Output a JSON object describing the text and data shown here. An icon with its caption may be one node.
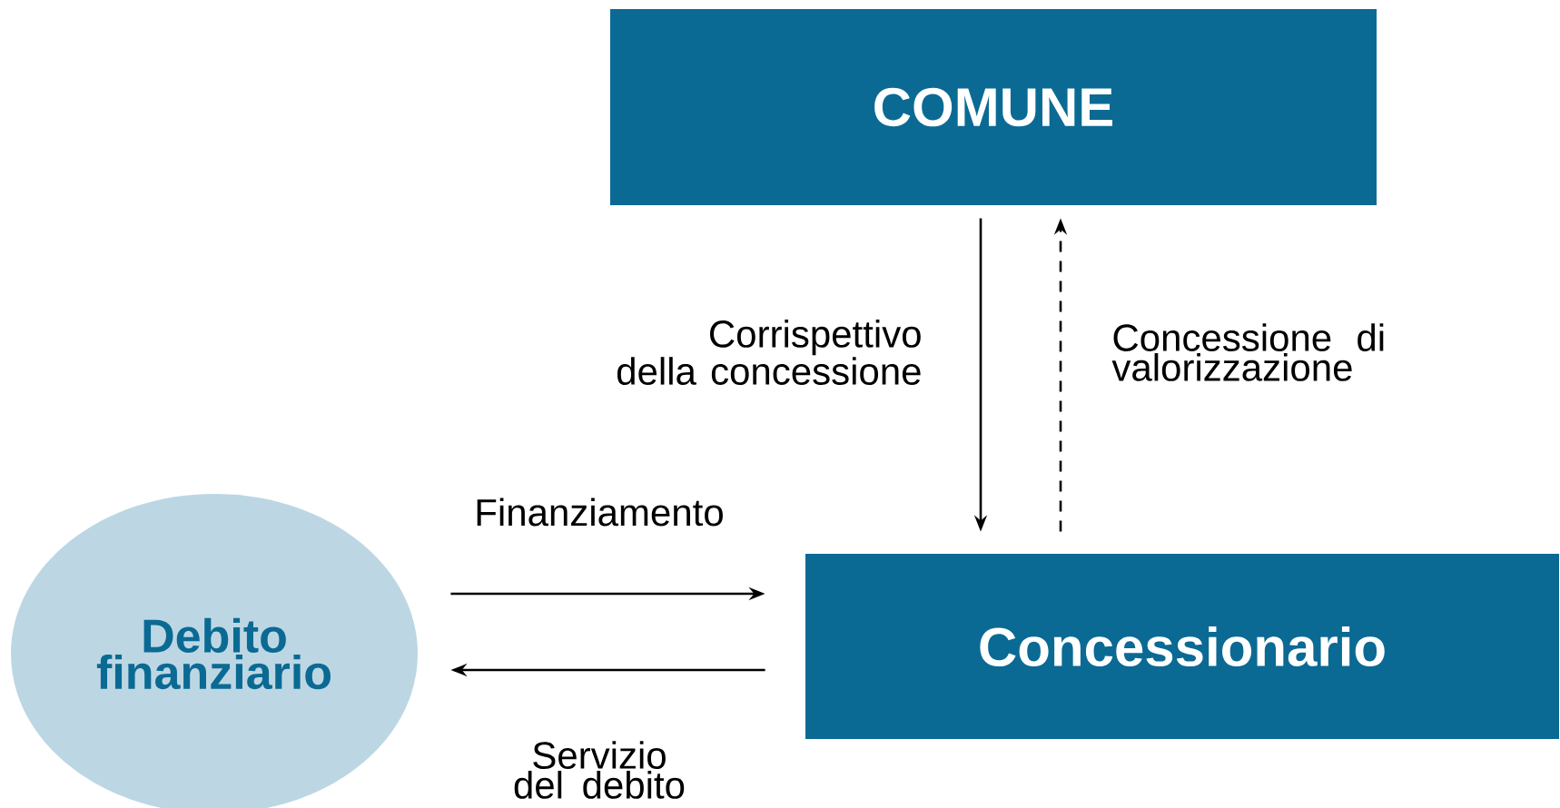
{
  "diagram": {
    "nodes": [
      {
        "text": [
          "COMUNE"
        ]
      },
      {
        "text": [
          "Concessionario"
        ]
      },
      {
        "text": [
          "Debito finanziario"
        ]
      }
    ],
    "edges": [
      {
        "from": 0,
        "to": 1,
        "arrow": "to",
        "label": "Corrispettivo della concessione"
      },
      {
        "from": 1,
        "to": 0,
        "arrow": "to",
        "style": "dashed",
        "label": "Concessione di valorizzazione"
      },
      {
        "from": 2,
        "to": 1,
        "arrow": "to",
        "label": "Finanziamento"
      },
      {
        "from": 1,
        "to": 2,
        "arrow": "to",
        "label": "Servizio del debito"
      }
    ]
  }
}
